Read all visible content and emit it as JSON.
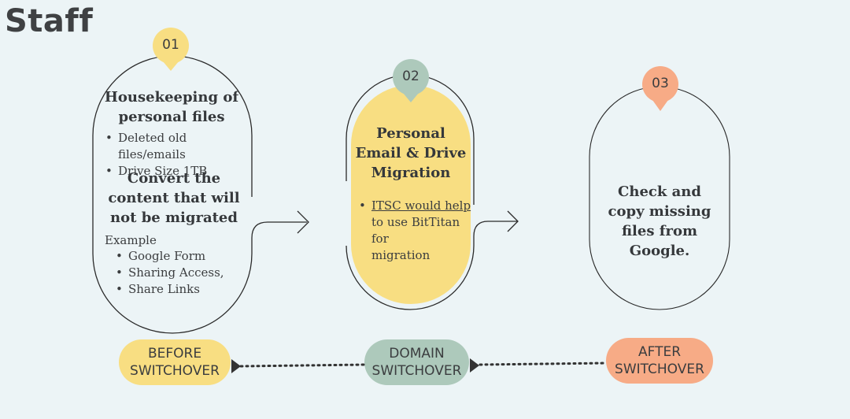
{
  "title": "Staff",
  "steps": [
    {
      "number": "01",
      "heading": "Housekeeping of personal files",
      "bullets": [
        "Deleted old files/emails",
        "Drive Size 1TB"
      ],
      "subheading": "Convert the content that will not be migrated",
      "example_label": "Example",
      "example_bullets": [
        "Google Form",
        "Sharing Access,",
        "Share Links"
      ]
    },
    {
      "number": "02",
      "heading": "Personal Email & Drive Migration",
      "bullet_link": "ITSC would help",
      "bullet_rest_1": "to use BitTitan for",
      "bullet_rest_2": "migration"
    },
    {
      "number": "03",
      "heading": "Check and copy missing files from Google."
    }
  ],
  "stages": [
    {
      "label": "BEFORE SWITCHOVER",
      "color": "#f8de82"
    },
    {
      "label": "DOMAIN SWITCHOVER",
      "color": "#adc9bb"
    },
    {
      "label": "AFTER SWITCHOVER",
      "color": "#f7ab86"
    }
  ],
  "colors": {
    "background": "#ecf4f6",
    "pin_01": "#f8de82",
    "pin_02": "#adc9bb",
    "pin_03": "#f7ab86",
    "step2_fill": "#f8de82"
  }
}
